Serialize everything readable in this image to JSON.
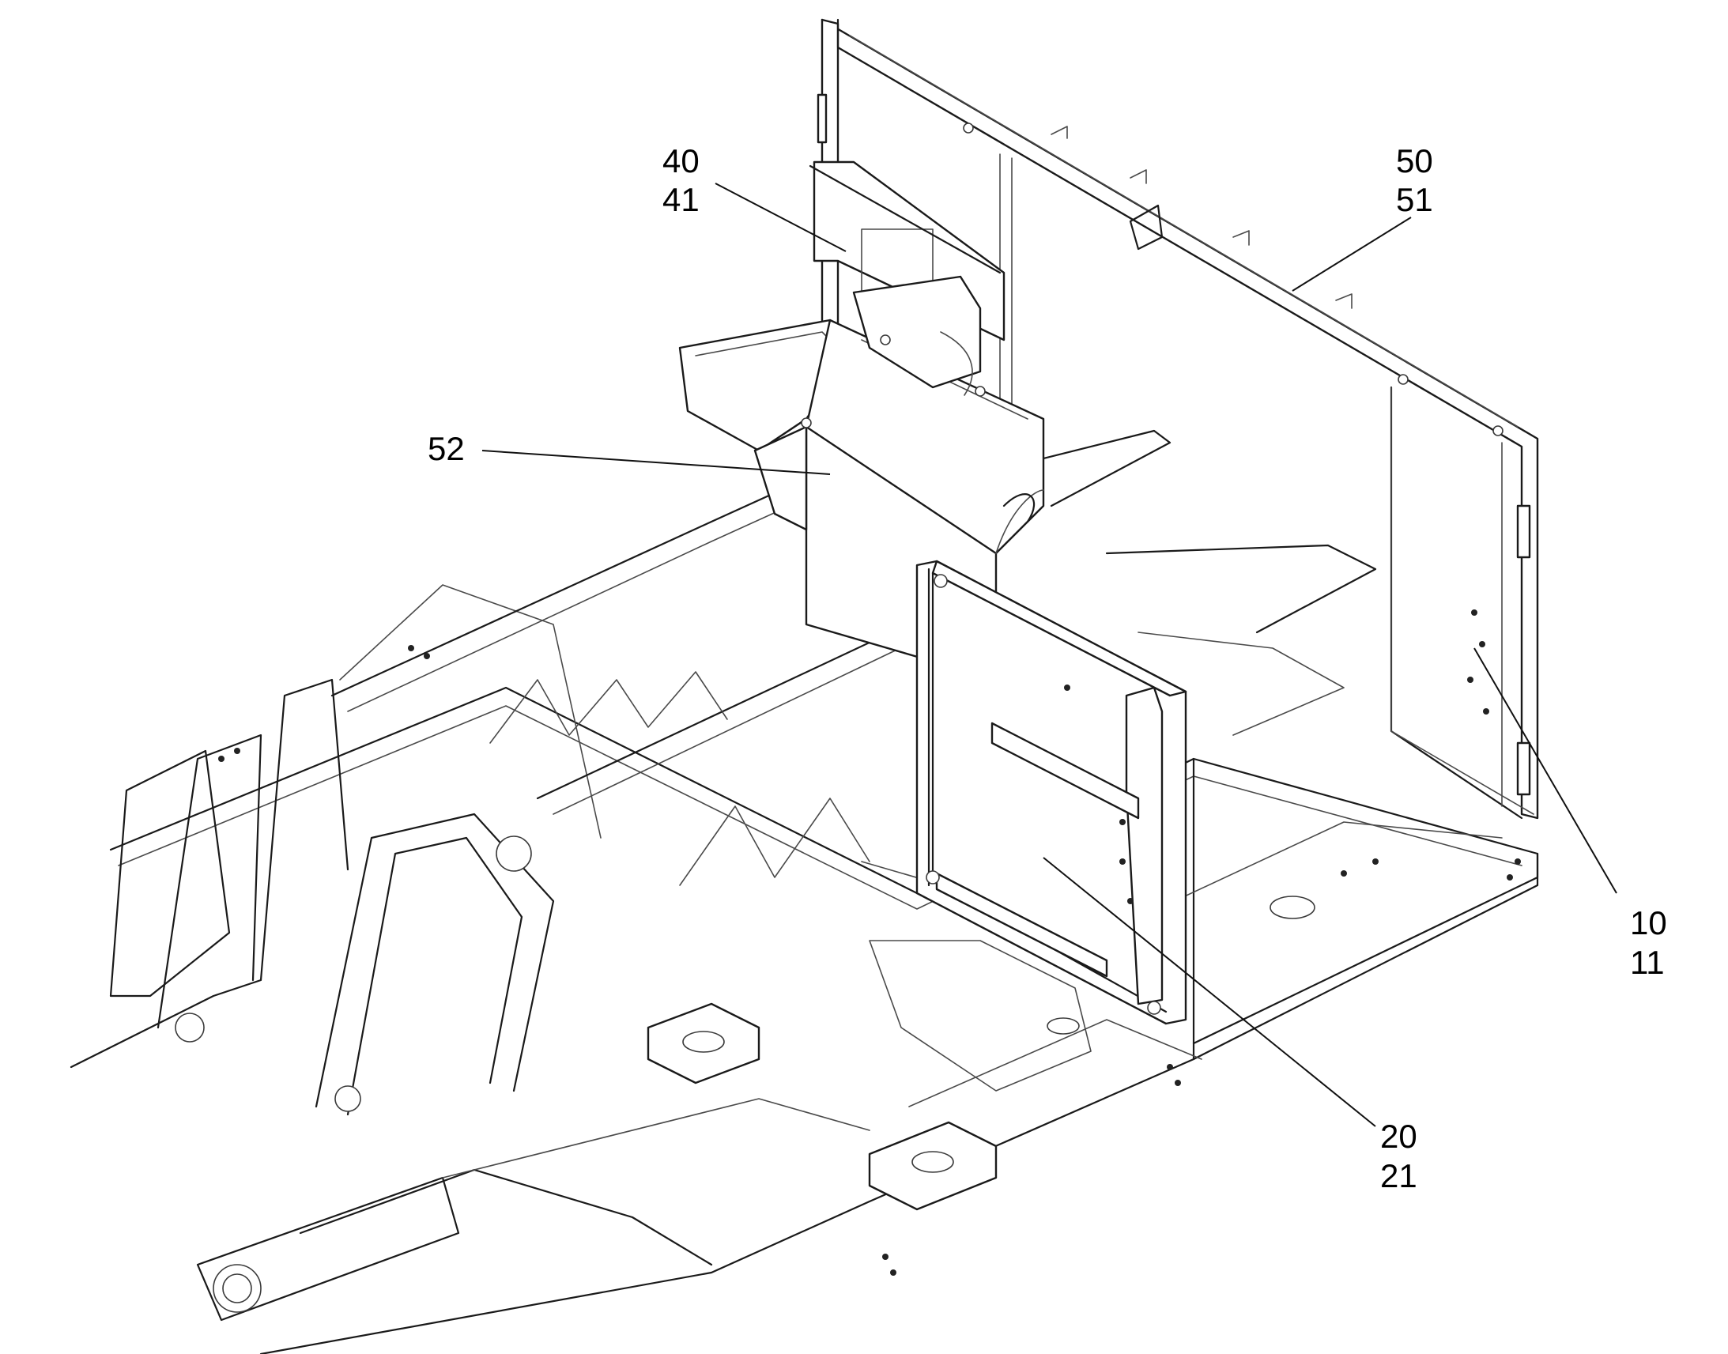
{
  "callouts": [
    {
      "id": "c40",
      "lines": [
        "40",
        "41"
      ]
    },
    {
      "id": "c50",
      "lines": [
        "50",
        "51"
      ]
    },
    {
      "id": "c52",
      "lines": [
        "52"
      ]
    },
    {
      "id": "c10",
      "lines": [
        "10",
        "11"
      ]
    },
    {
      "id": "c20",
      "lines": [
        "20",
        "21"
      ]
    }
  ],
  "colors": {
    "line": "#1a1a1a",
    "background": "#ffffff"
  }
}
